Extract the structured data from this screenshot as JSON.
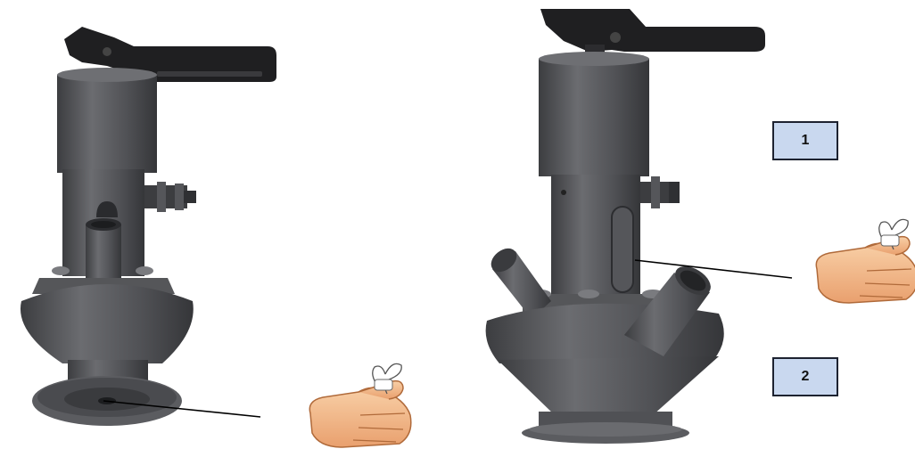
{
  "callouts": [
    {
      "label": "1"
    },
    {
      "label": "2"
    }
  ],
  "colors": {
    "background": "#ffffff",
    "valve_body": "#4f5054",
    "valve_body_dark": "#3a3b3e",
    "valve_body_light": "#6a6b6f",
    "handle": "#1e1e20",
    "callout_fill": "#c9d8ef",
    "callout_border": "#1d2230",
    "skin": "#f2b98d",
    "ribbon": "#ffffff"
  },
  "icons": [
    "valve-illustration",
    "pointing-hand-icon",
    "leader-line"
  ]
}
